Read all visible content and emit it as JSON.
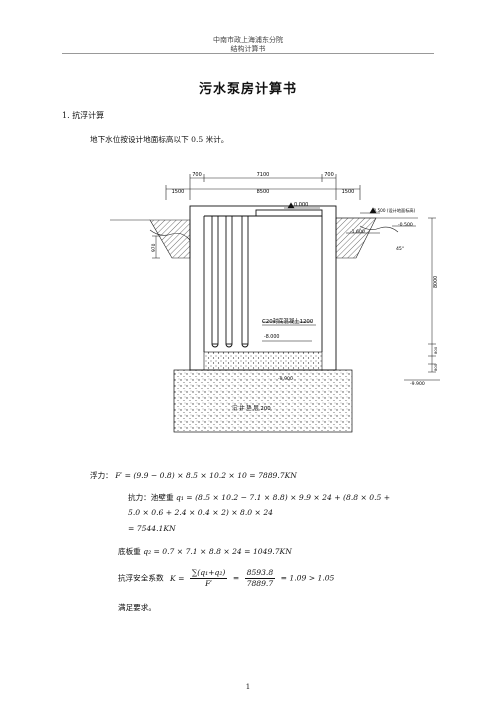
{
  "header": {
    "line1": "中南市政上海浦东分院",
    "line2": "结构计算书"
  },
  "title": "污水泵房计算书",
  "section": "1.  抗浮计算",
  "intro": "地下水位按设计地面标高以下 0.5 米计。",
  "drawing": {
    "dim_700_left": "700",
    "dim_7100": "7100",
    "dim_700_right": "700",
    "dim_1500_left": "1500",
    "dim_8500": "8500",
    "dim_1500_right": "1500",
    "elev_top": "0.000",
    "elev_ground_right": "-0.500 (设计地面标高)",
    "elev_right_2": "-0.500",
    "elev_1600": "-1.600",
    "elev_8000": "-8.000",
    "elev_bottom_left": "-9.900",
    "elev_bottom_right": "-9.900",
    "dim_970": "970",
    "dim_800": "8000",
    "dim_right_small_1": "800",
    "dim_right_small_2": "800",
    "concrete_label": "C20封底混凝土1200",
    "pile_label": "沉  井  垫  层 200",
    "slope_label": "45°"
  },
  "calc": {
    "float_label": "浮力：",
    "float_eq": "F′ = (9.9 − 0.8) × 8.5 × 10.2 × 10 = 7889.7KN",
    "resist_label": "抗力：池壁重",
    "resist_eq1": "q₁ = (8.5 × 10.2 − 7.1 × 8.8) × 9.9 × 24 + (8.8 × 0.5 +",
    "resist_eq2": "5.0 × 0.6 + 2.4 × 0.4 × 2) × 8.0 × 24",
    "resist_eq3": "= 7544.1KN",
    "base_label": "底板重",
    "base_eq": "q₂ = 0.7 × 7.1 × 8.8 × 24 = 1049.7KN",
    "safety_label": "抗浮安全系数",
    "safety_k": "K =",
    "safety_num": "∑(q₁+q₂)",
    "safety_den": "F′",
    "safety_eq2_num": "8593.8",
    "safety_eq2_den": "7889.7",
    "safety_result": "= 1.09 > 1.05",
    "conclusion": "满足要求。"
  },
  "page_number": "1"
}
